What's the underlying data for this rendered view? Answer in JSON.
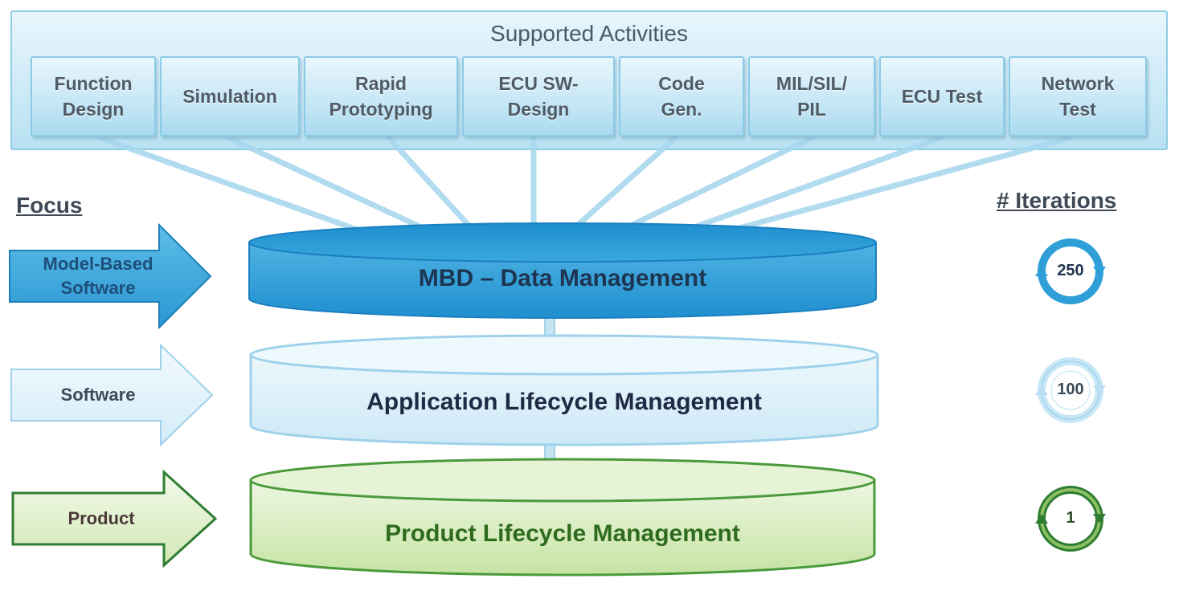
{
  "supported_activities": {
    "title": "Supported Activities",
    "items": [
      {
        "label": "Function\nDesign"
      },
      {
        "label": "Simulation"
      },
      {
        "label": "Rapid\nPrototyping"
      },
      {
        "label": "ECU SW-\nDesign"
      },
      {
        "label": "Code\nGen."
      },
      {
        "label": "MIL/SIL/\nPIL"
      },
      {
        "label": "ECU Test"
      },
      {
        "label": "Network\nTest"
      }
    ]
  },
  "focus": {
    "heading": "Focus",
    "items": [
      {
        "label": "Model-Based\nSoftware"
      },
      {
        "label": "Software"
      },
      {
        "label": "Product"
      }
    ]
  },
  "layers": [
    {
      "label": "MBD – Data Management"
    },
    {
      "label": "Application Lifecycle Management"
    },
    {
      "label": "Product Lifecycle Management"
    }
  ],
  "iterations": {
    "heading": "# Iterations",
    "values": [
      "250",
      "100",
      "1"
    ]
  },
  "colors": {
    "mbd": "#2f9fd8",
    "software": "#d6eef9",
    "product": "#d2e8b6",
    "product_border": "#2e7d32",
    "connector": "#a8d8ee"
  }
}
